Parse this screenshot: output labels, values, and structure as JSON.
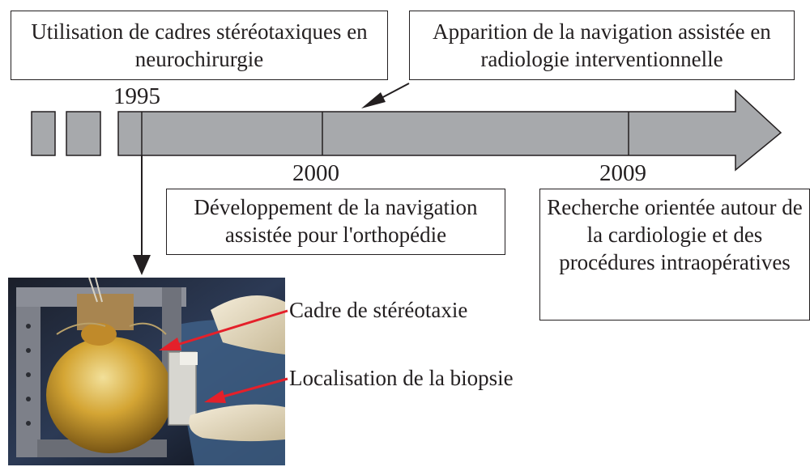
{
  "timeline": {
    "years": {
      "y1995": "1995",
      "y2000": "2000",
      "y2009": "2009"
    }
  },
  "events": {
    "stereotaxic": "Utilisation de cadres stéréotaxiques en neurochirurgie",
    "radiology": "Apparition de la navigation assistée en radiologie interventionnelle",
    "orthopedics": "Développement de la navigation assistée pour l'orthopédie",
    "cardiology": "Recherche orientée autour de la cardiologie et des procédures intraopératives"
  },
  "photo": {
    "labels": {
      "frame": "Cadre de stéréotaxie",
      "biopsy": "Localisation de la biopsie"
    }
  },
  "colors": {
    "bar_fill": "#a7a9ac",
    "stroke": "#231f20",
    "annotation_arrow": "#e4202a"
  }
}
